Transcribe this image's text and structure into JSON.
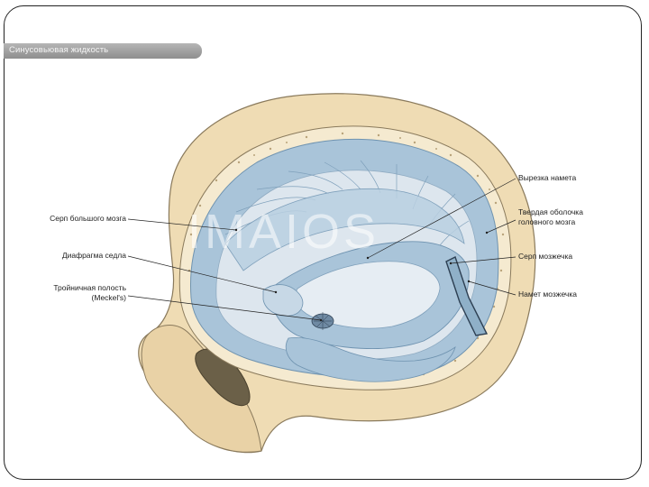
{
  "slide": {
    "title": "Синусовьювая жидкость"
  },
  "figure": {
    "watermark": "IMAIOS",
    "labels": {
      "falx_cerebri": "Серп большого мозга",
      "diaphragma_sellae": "Диафрагма седла",
      "trigeminal_cave_1": "Тройничная полость",
      "trigeminal_cave_2": "(Meckel's)",
      "tentorial_notch": "Вырезка намета",
      "dura_mater_1": "Твердая оболочка",
      "dura_mater_2": "головного мозга",
      "falx_cerebelli": "Серп мозжечка",
      "tentorium_cerebelli": "Намет мозжечка"
    },
    "colors": {
      "bone": "#efdcb4",
      "bone_outline": "#8a7a5c",
      "dura": "#a9c4d9",
      "dura_dark": "#6f93b0",
      "dura_light": "#dde6ee",
      "orbit": "#6b6048"
    }
  }
}
